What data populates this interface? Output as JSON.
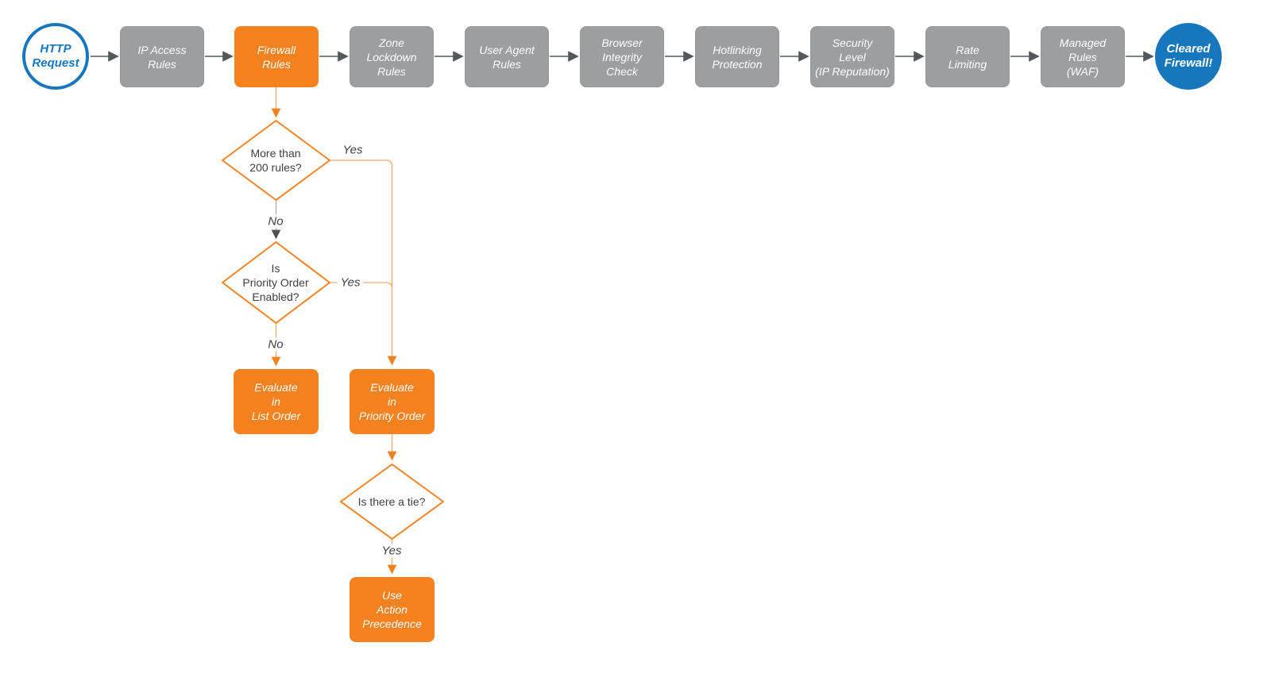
{
  "diagram": {
    "pipeline": [
      {
        "id": "http-request",
        "label": "HTTP\nRequest"
      },
      {
        "id": "ip-access-rules",
        "label": "IP Access\nRules"
      },
      {
        "id": "firewall-rules",
        "label": "Firewall\nRules"
      },
      {
        "id": "zone-lockdown-rules",
        "label": "Zone\nLockdown\nRules"
      },
      {
        "id": "user-agent-rules",
        "label": "User Agent\nRules"
      },
      {
        "id": "browser-integrity-check",
        "label": "Browser\nIntegrity\nCheck"
      },
      {
        "id": "hotlinking-protection",
        "label": "Hotlinking\nProtection"
      },
      {
        "id": "security-level-ip-reputation",
        "label": "Security\nLevel\n(IP Reputation)"
      },
      {
        "id": "rate-limiting",
        "label": "Rate\nLimiting"
      },
      {
        "id": "managed-rules-waf",
        "label": "Managed\nRules\n(WAF)"
      },
      {
        "id": "cleared-firewall",
        "label": "Cleared\nFirewall!"
      }
    ],
    "decisions": {
      "more_than_200_rules": "More than\n200 rules?",
      "priority_order_enabled": "Is\nPriority Order\nEnabled?",
      "is_there_a_tie": "Is there a tie?"
    },
    "actions": {
      "evaluate_list_order": "Evaluate\nin\nList Order",
      "evaluate_priority_order": "Evaluate\nin\nPriority Order",
      "use_action_precedence": "Use\nAction\nPrecedence"
    },
    "edge_labels": {
      "rules_yes": "Yes",
      "rules_no": "No",
      "priority_yes": "Yes",
      "priority_no": "No",
      "tie_yes": "Yes"
    }
  },
  "colors": {
    "orange": "#F6821F",
    "orange-light": "#F9A868",
    "blue": "#1677BD",
    "gray-fill": "#9C9EA0",
    "gray-border": "#8B8D8F",
    "edge-gray": "#54585C",
    "edge-gray-light": "#ABABAB",
    "text-dark": "#3F3F43"
  }
}
